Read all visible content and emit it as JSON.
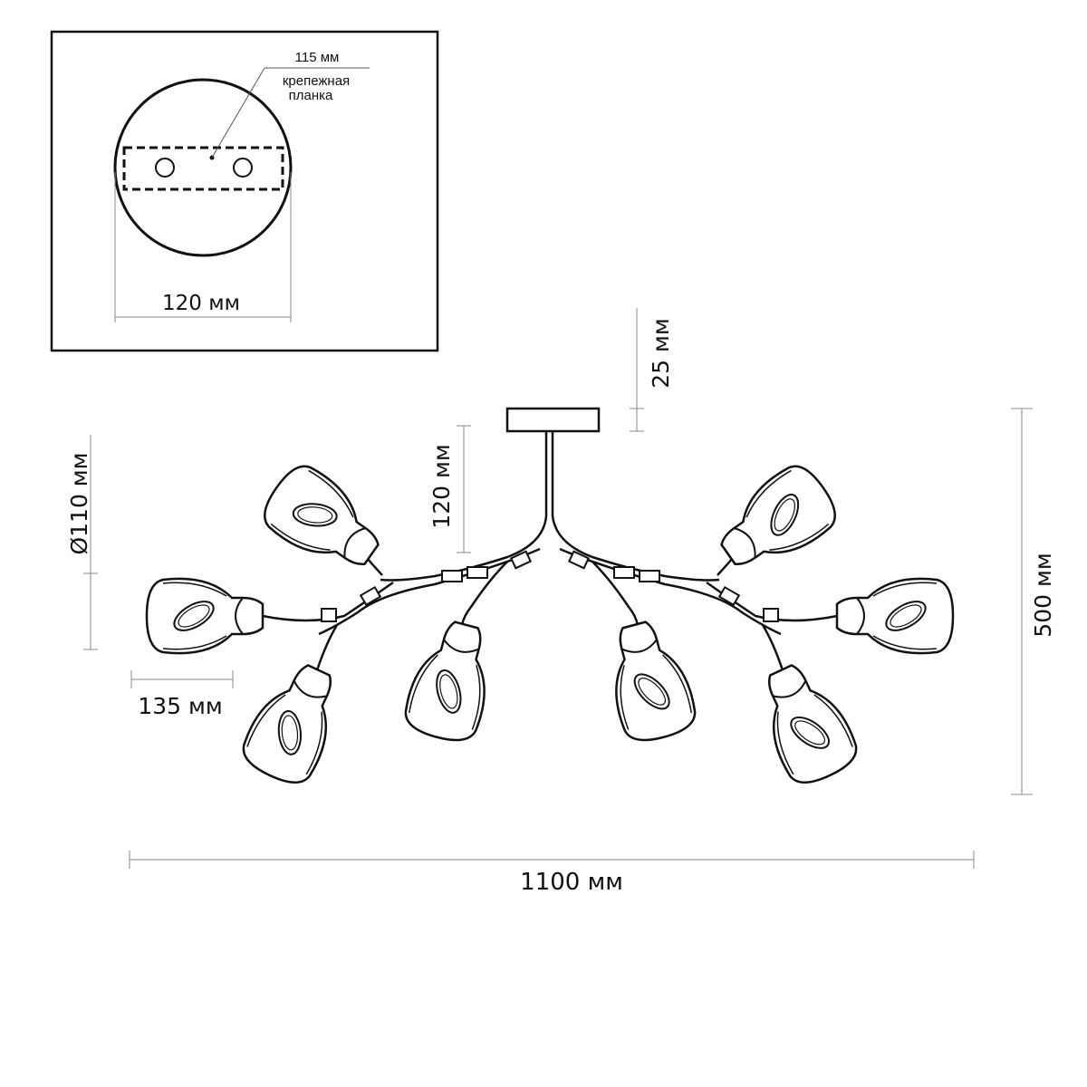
{
  "inset": {
    "plate_width_label": "115 мм",
    "plate_name_line1": "крепежная",
    "plate_name_line2": "планка",
    "canopy_diameter_label": "120 мм"
  },
  "dimensions": {
    "canopy_thickness": "25 мм",
    "rod_length": "120 мм",
    "shade_diameter": "Ø110 мм",
    "shade_length": "135 мм",
    "total_height": "500 мм",
    "total_width": "1100 мм"
  },
  "colors": {
    "line": "#111111",
    "dim_line": "#888888",
    "background": "#ffffff"
  }
}
